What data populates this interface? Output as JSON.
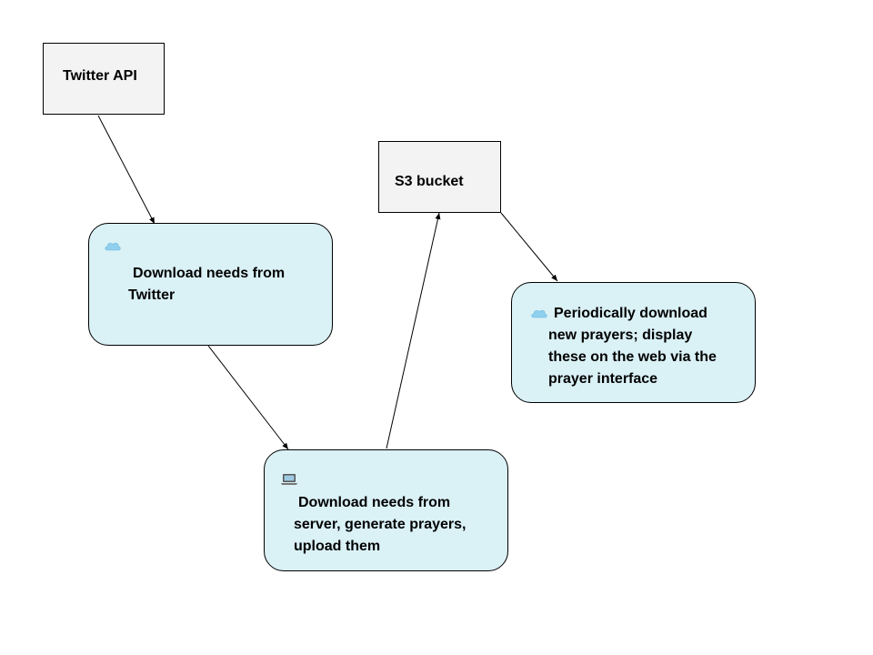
{
  "diagram": {
    "nodes": {
      "twitter_api": {
        "label": "Twitter API"
      },
      "s3_bucket": {
        "label": "S3 bucket"
      },
      "download_twitter": {
        "icon": "cloud-icon",
        "lines": [
          "Download needs from",
          "Twitter"
        ]
      },
      "generate_prayers": {
        "icon": "laptop-icon",
        "lines": [
          "Download needs from",
          "server, generate prayers,",
          "upload them"
        ]
      },
      "display_prayers": {
        "icon": "cloud-icon",
        "lines": [
          "Periodically download",
          "new prayers; display",
          "these on the web via the",
          "prayer interface"
        ]
      }
    },
    "edges": [
      {
        "from": "twitter_api",
        "to": "download_twitter"
      },
      {
        "from": "download_twitter",
        "to": "generate_prayers"
      },
      {
        "from": "generate_prayers",
        "to": "s3_bucket"
      },
      {
        "from": "s3_bucket",
        "to": "display_prayers"
      }
    ],
    "colors": {
      "rect_fill": "#f3f3f3",
      "rounded_fill": "#daf1f6",
      "stroke": "#000000",
      "cloud": "#8fd0ee",
      "laptop": "#555555"
    }
  }
}
